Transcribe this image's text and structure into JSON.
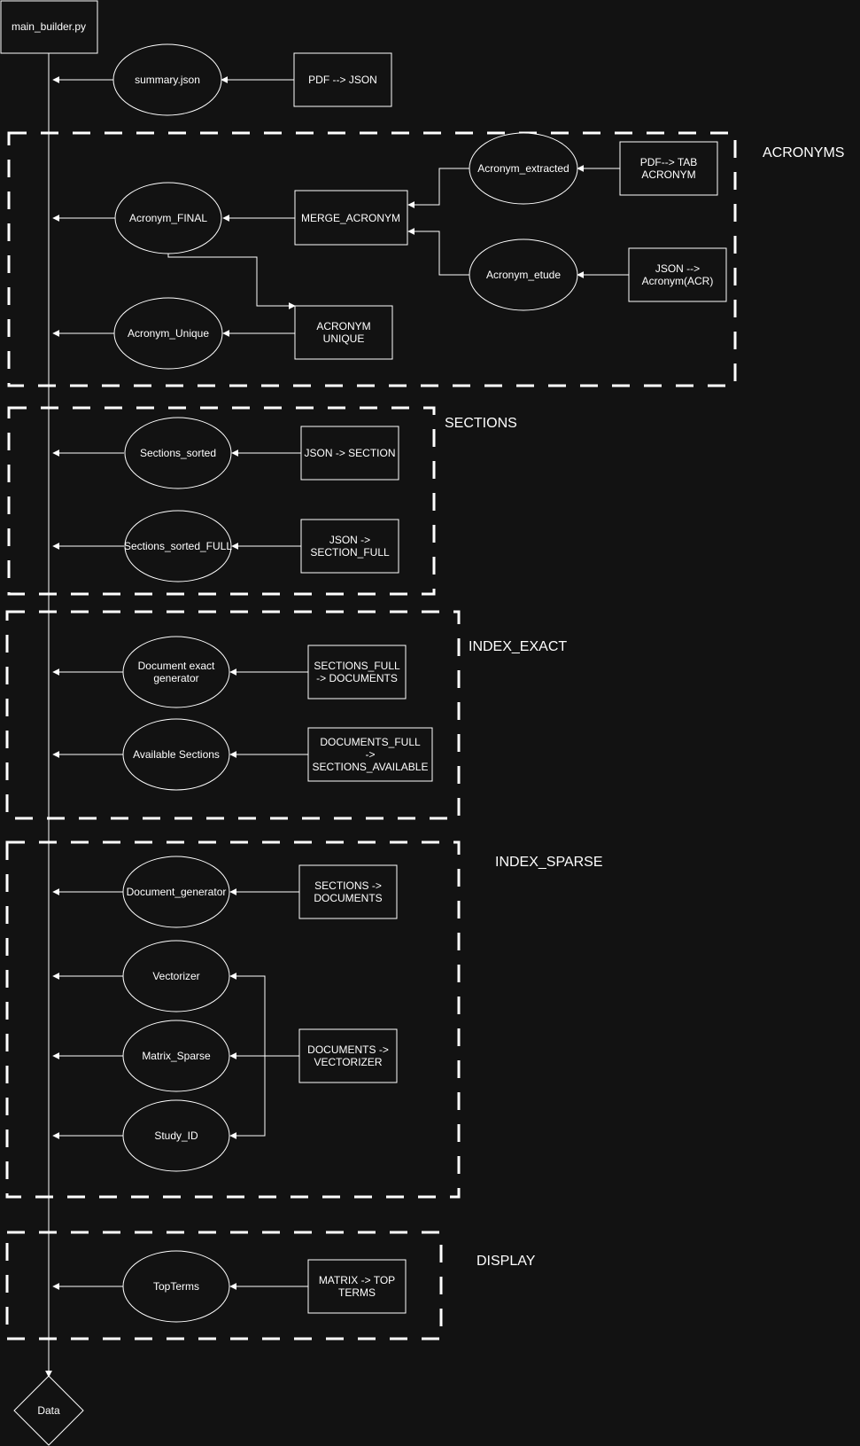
{
  "colors": {
    "background": "#121212",
    "stroke": "#ffffff",
    "text": "#ffffff"
  },
  "groups": {
    "acronyms": "ACRONYMS",
    "sections": "SECTIONS",
    "index_exact": "INDEX_EXACT",
    "index_sparse": "INDEX_SPARSE",
    "display": "DISPLAY"
  },
  "nodes": {
    "main_builder": [
      "main_builder.py"
    ],
    "summary_json": [
      "summary.json"
    ],
    "pdf_json": [
      "PDF --> JSON"
    ],
    "acronym_extracted": [
      "Acronym_extracted"
    ],
    "pdf_tab_acronym": [
      "PDF--> TAB",
      "ACRONYM"
    ],
    "merge_acronym": [
      "MERGE_ACRONYM"
    ],
    "acronym_final": [
      "Acronym_FINAL"
    ],
    "acronym_etude": [
      "Acronym_etude"
    ],
    "json_acronym_acr": [
      "JSON -->",
      "Acronym(ACR)"
    ],
    "acronym_unique_node": [
      "Acronym_Unique"
    ],
    "acronym_unique_box": [
      "ACRONYM",
      "UNIQUE"
    ],
    "sections_sorted": [
      "Sections_sorted"
    ],
    "json_section": [
      "JSON -> SECTION"
    ],
    "sections_sorted_full": [
      "Sections_sorted_FULL"
    ],
    "json_section_full": [
      "JSON ->",
      "SECTION_FULL"
    ],
    "document_exact_generator": [
      "Document exact",
      "generator"
    ],
    "sections_full_documents": [
      "SECTIONS_FULL",
      "-> DOCUMENTS"
    ],
    "available_sections": [
      "Available Sections"
    ],
    "documents_full_sections_available": [
      "DOCUMENTS_FULL",
      "->",
      "SECTIONS_AVAILABLE"
    ],
    "document_generator": [
      "Document_generator"
    ],
    "sections_documents": [
      "SECTIONS ->",
      "DOCUMENTS"
    ],
    "vectorizer": [
      "Vectorizer"
    ],
    "matrix_sparse": [
      "Matrix_Sparse"
    ],
    "documents_vectorizer": [
      "DOCUMENTS ->",
      "VECTORIZER"
    ],
    "study_id": [
      "Study_ID"
    ],
    "topterms": [
      "TopTerms"
    ],
    "matrix_top_terms": [
      "MATRIX -> TOP",
      "TERMS"
    ],
    "data": [
      "Data"
    ]
  }
}
